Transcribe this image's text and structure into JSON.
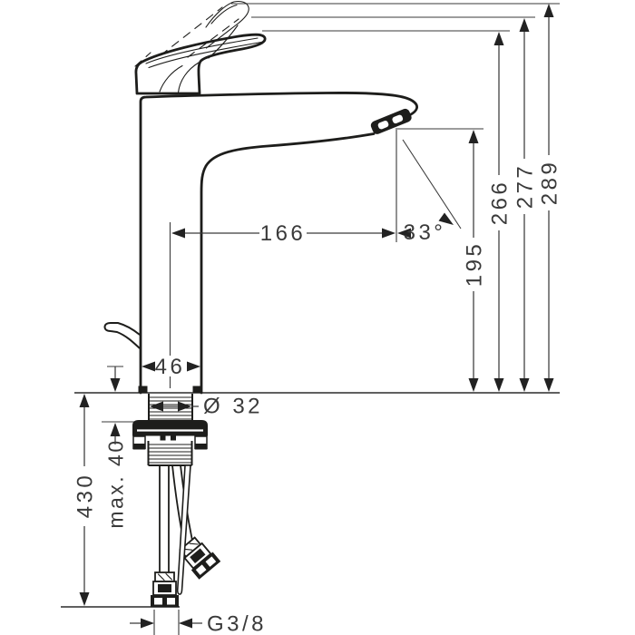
{
  "colors": {
    "background": "#ffffff",
    "line": "#1d1d1b",
    "dimension": "#3a3a3a"
  },
  "labels": {
    "reach": "166",
    "angle": "33°",
    "outlet_height": "195",
    "height_handle_closed": "266",
    "height_handle_mid": "277",
    "height_handle_open": "289",
    "body_width": "46",
    "shank_diameter": "Ø 32",
    "max_deck_thickness": "max. 40",
    "hose_length": "430",
    "thread_size": "G3/8"
  }
}
